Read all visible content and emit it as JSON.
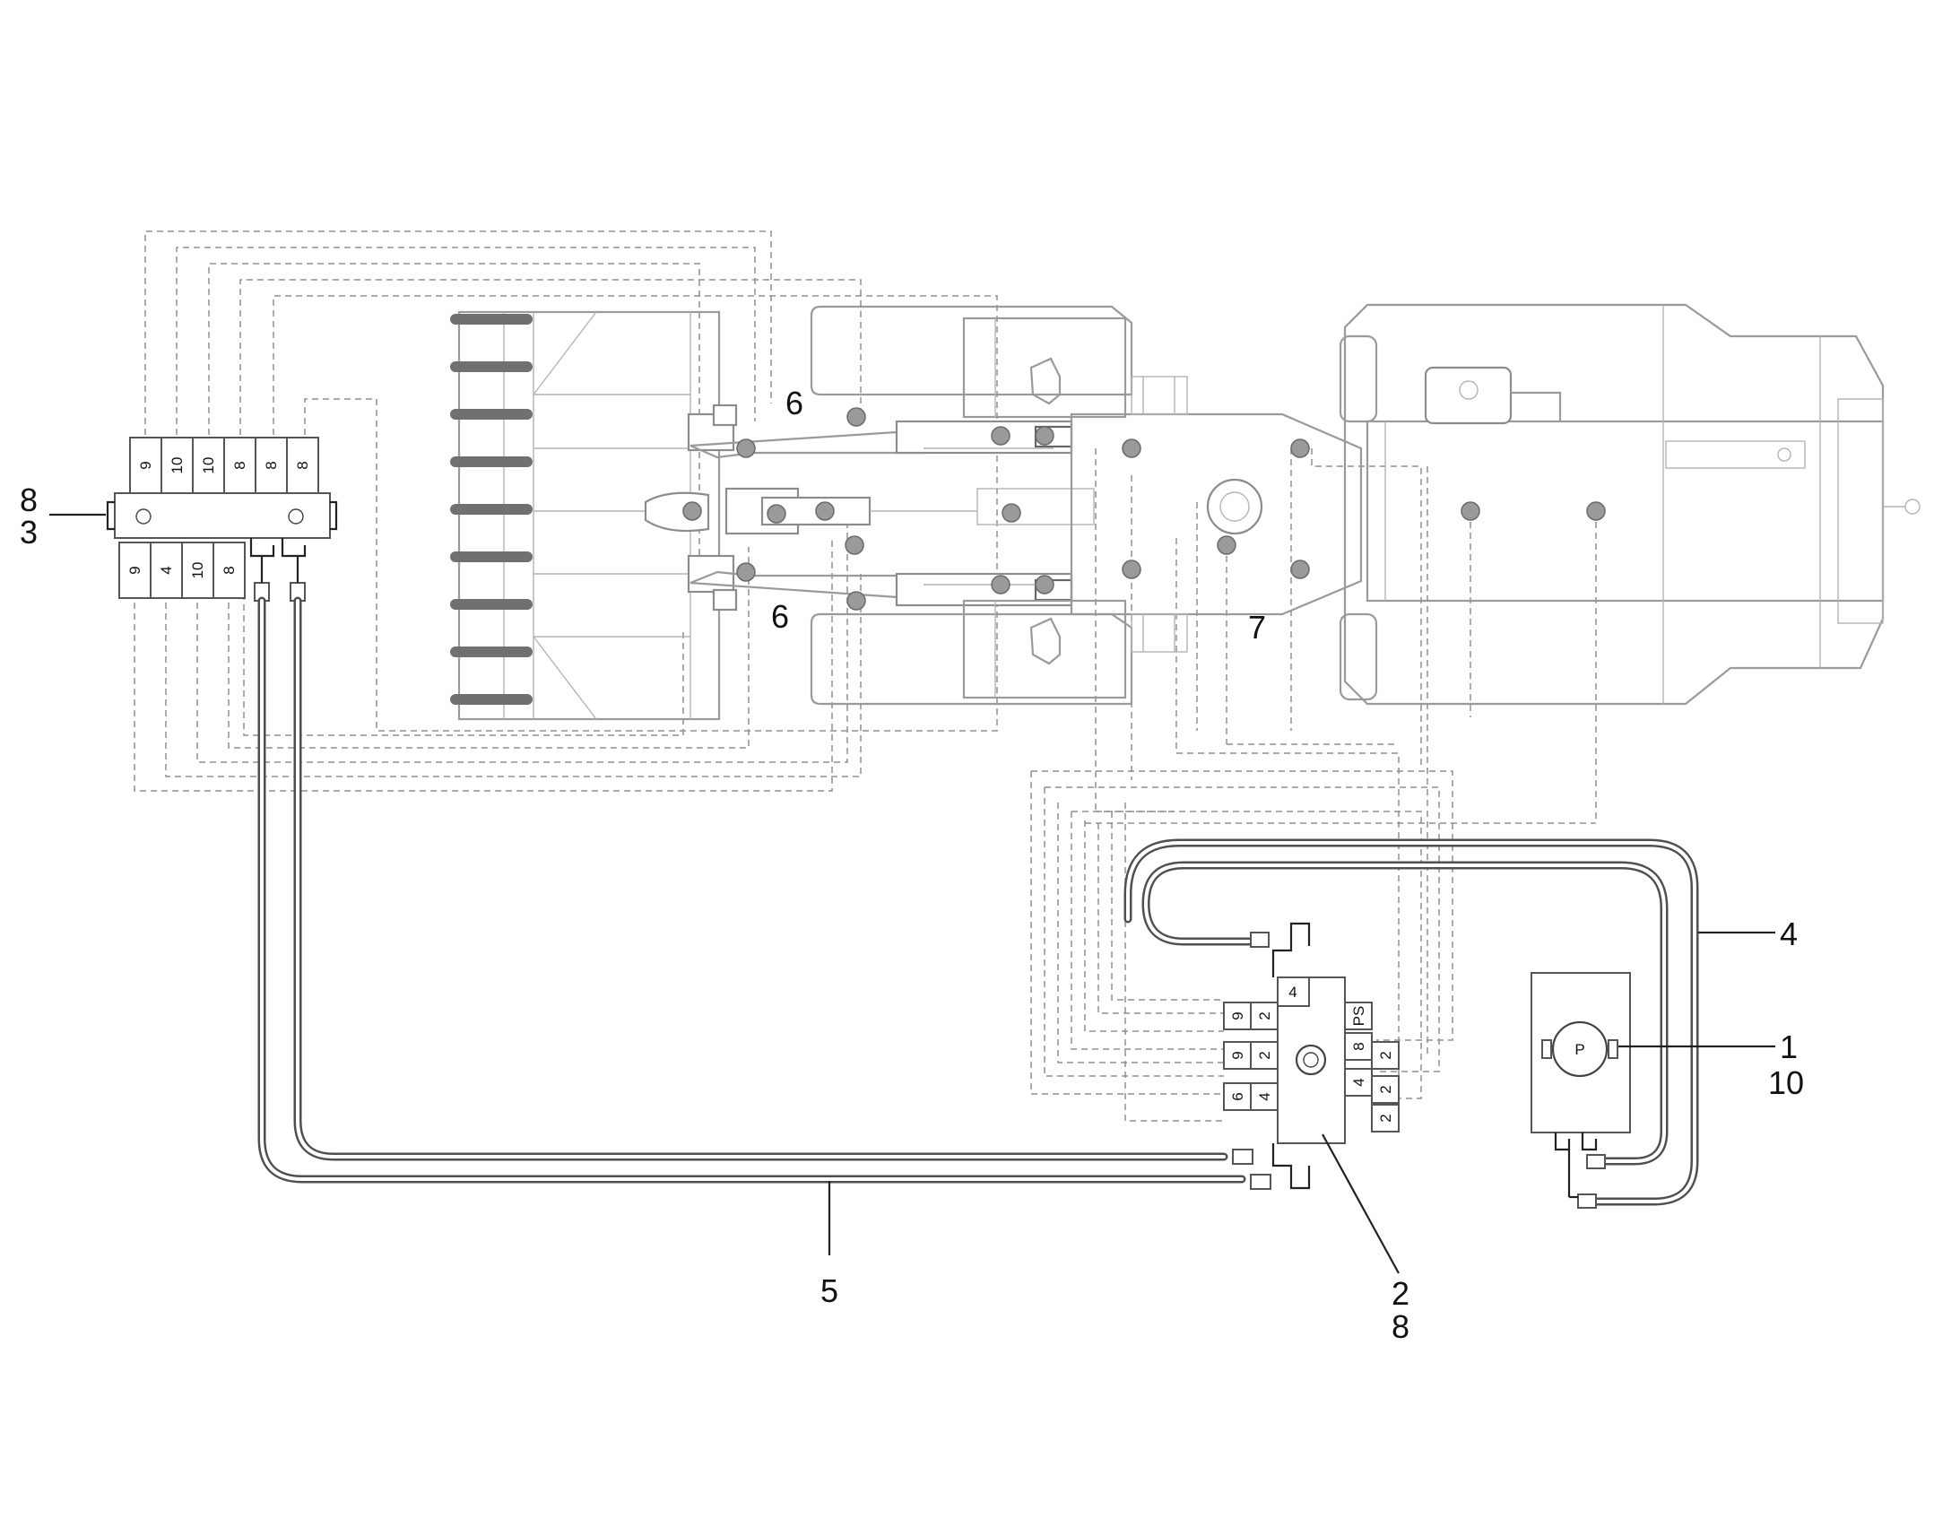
{
  "callouts": [
    {
      "id": "c8-top-left",
      "text": "8"
    },
    {
      "id": "c3-left",
      "text": "3"
    },
    {
      "id": "c6-upper",
      "text": "6"
    },
    {
      "id": "c6-lower",
      "text": "6"
    },
    {
      "id": "c7",
      "text": "7"
    },
    {
      "id": "c4",
      "text": "4"
    },
    {
      "id": "c1",
      "text": "1"
    },
    {
      "id": "c10",
      "text": "10"
    },
    {
      "id": "c5",
      "text": "5"
    },
    {
      "id": "c2",
      "text": "2"
    },
    {
      "id": "c8-bottom",
      "text": "8"
    }
  ],
  "left_manifold": {
    "top_cells": [
      "9",
      "10",
      "10",
      "8",
      "8",
      "8"
    ],
    "bottom_cells": [
      "9",
      "4",
      "10",
      "8"
    ]
  },
  "center_manifold": {
    "left_cells": [
      "9",
      "2",
      "9",
      "2",
      "6",
      "4"
    ],
    "top_cell": "4",
    "right_cells": [
      "PS",
      "8",
      "2",
      "4",
      "2",
      "2"
    ]
  },
  "pump": {
    "label": "P"
  }
}
